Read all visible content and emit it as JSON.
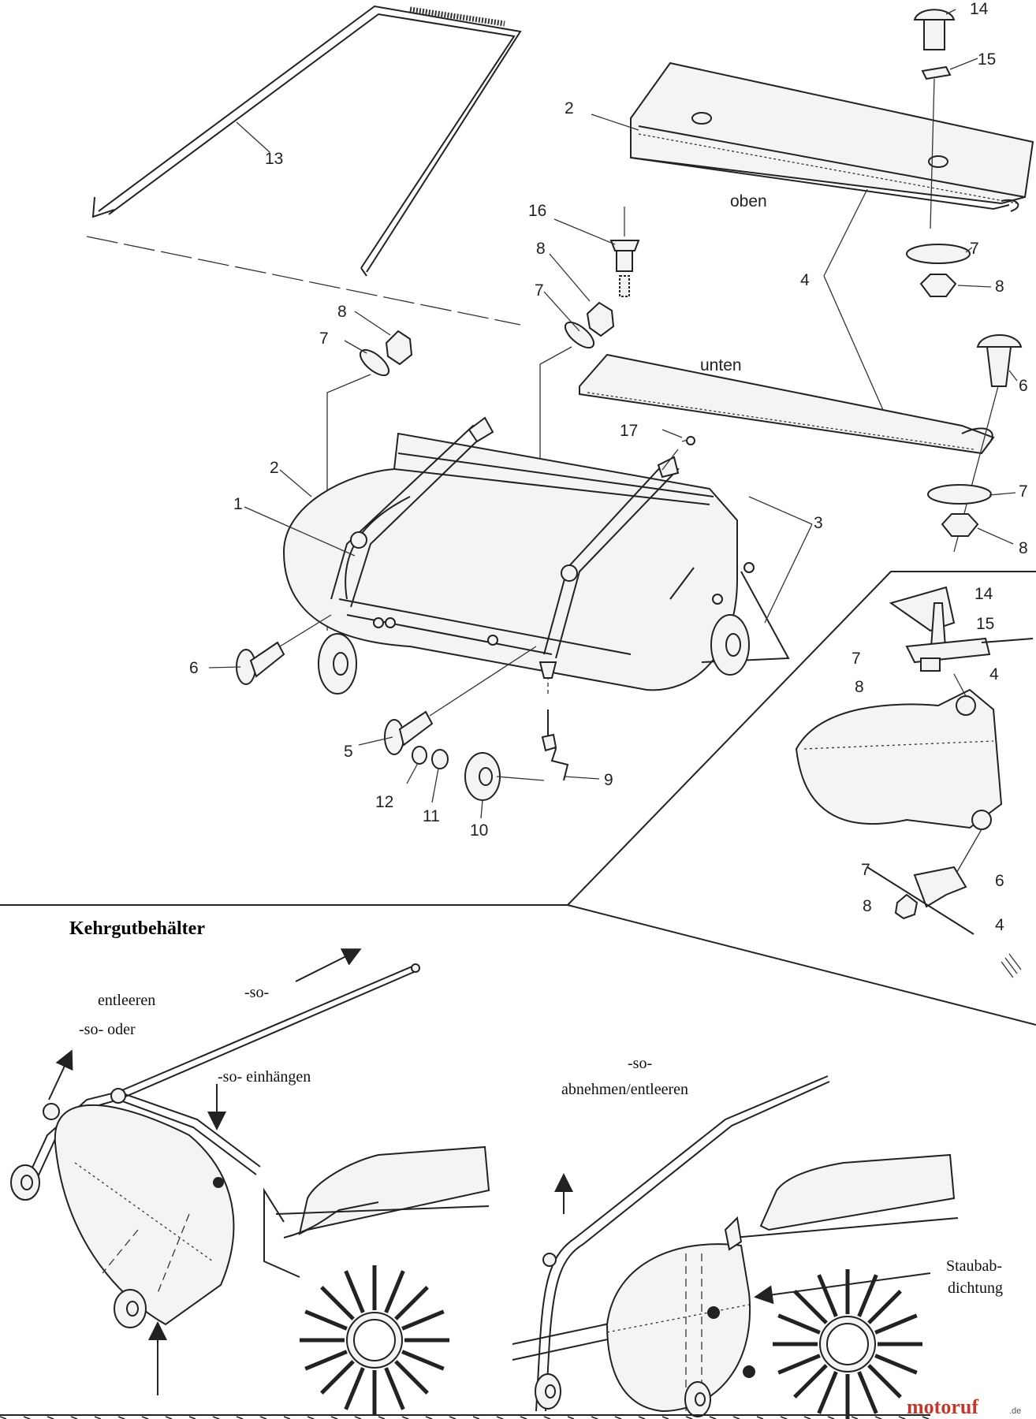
{
  "part_numbers": [
    "14",
    "15",
    "2",
    "13",
    "16",
    "8",
    "7",
    "4",
    "8",
    "7",
    "unten",
    "7",
    "8",
    "6",
    "2",
    "1",
    "17",
    "3",
    "7",
    "8",
    "6",
    "5",
    "12",
    "11",
    "10",
    "9"
  ],
  "labels": {
    "oben": "oben",
    "unten": "unten",
    "n1": "1",
    "n2": "2",
    "n3": "3",
    "n4": "4",
    "n5": "5",
    "n6": "6",
    "n7": "7",
    "n8": "8",
    "n9": "9",
    "n10": "10",
    "n11": "11",
    "n12": "12",
    "n13": "13",
    "n14": "14",
    "n15": "15",
    "n16": "16",
    "n17": "17"
  },
  "bottom": {
    "title": "Kehrgutbehälter",
    "so_arrow": "-so-",
    "entleeren": "entleeren",
    "so_oder": "-so- oder",
    "so_einhaengen": "-so- einhängen",
    "so_top_right": "-so-",
    "abnehmen": "abnehmen/entleeren",
    "staub_1": "Staubab-",
    "staub_2": "dichtung"
  },
  "watermark": {
    "brand": "motoruf",
    "tld": ".de"
  }
}
